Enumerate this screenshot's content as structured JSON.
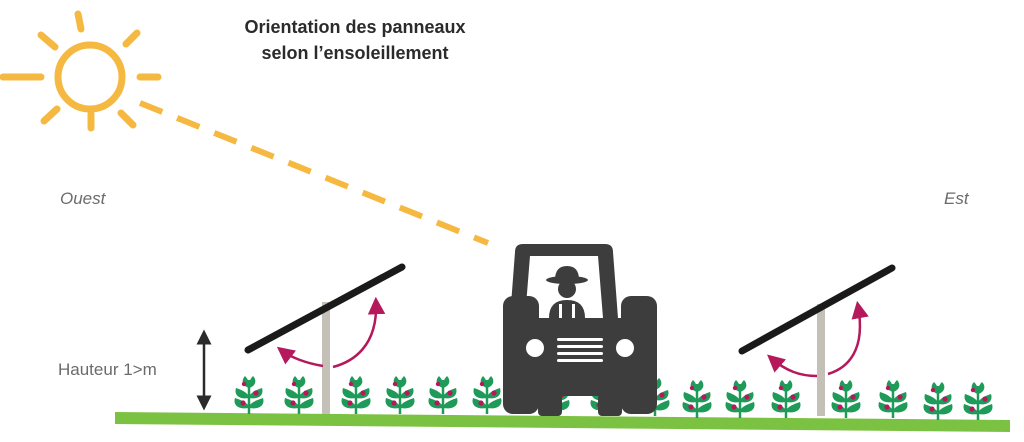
{
  "title_line1": "Orientation des panneaux",
  "title_line2": "selon l’ensoleillement",
  "west_label": "Ouest",
  "east_label": "Est",
  "height_label": "Hauteur 1>m",
  "colors": {
    "sun": "#f5b942",
    "panel": "#1a1a1a",
    "post": "#c4c0b8",
    "arrow": "#b5195b",
    "ground": "#7cc242",
    "plant": "#1e9b58",
    "berry": "#b5195b",
    "tractor": "#3d3d3d",
    "text": "#2b2b2b",
    "muted_text": "#6b6b6b"
  },
  "icons": [
    "sun-icon",
    "solar-panel-icon",
    "tractor-icon",
    "farmer-icon",
    "plant-icon",
    "rotation-arrow-icon",
    "height-arrow-icon"
  ]
}
